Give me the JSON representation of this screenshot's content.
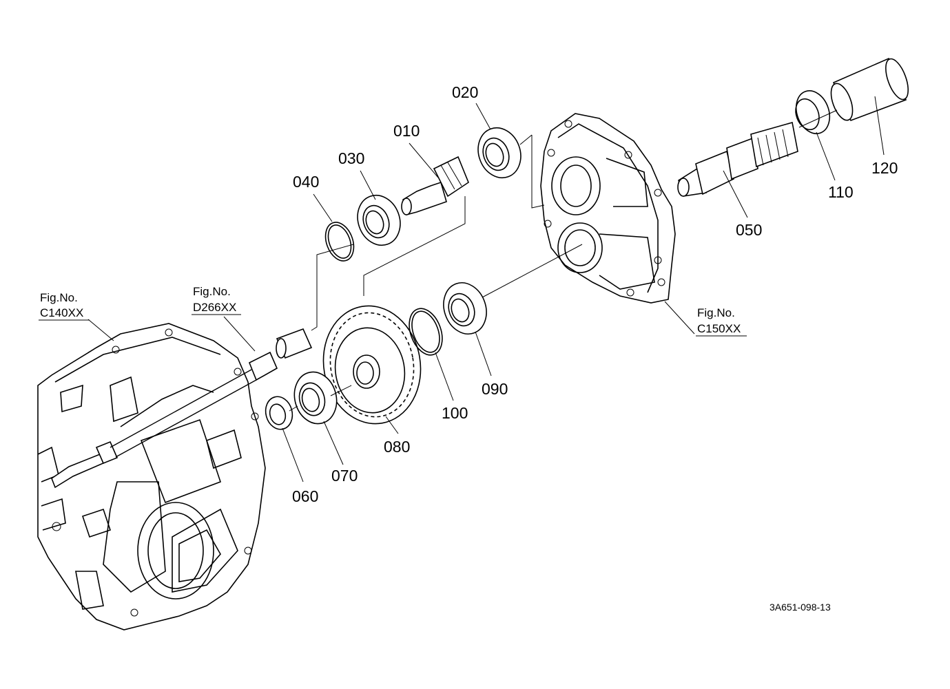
{
  "parts": {
    "p010": "010",
    "p020": "020",
    "p030": "030",
    "p040": "040",
    "p050": "050",
    "p060": "060",
    "p070": "070",
    "p080": "080",
    "p090": "090",
    "p100": "100",
    "p110": "110",
    "p120": "120"
  },
  "refs": {
    "c140": {
      "prefix": "Fig.No.",
      "code": "C140XX"
    },
    "d266": {
      "prefix": "Fig.No.",
      "code": "D266XX"
    },
    "c150": {
      "prefix": "Fig.No.",
      "code": "C150XX"
    }
  },
  "drawing_code": "3A651-098-13"
}
